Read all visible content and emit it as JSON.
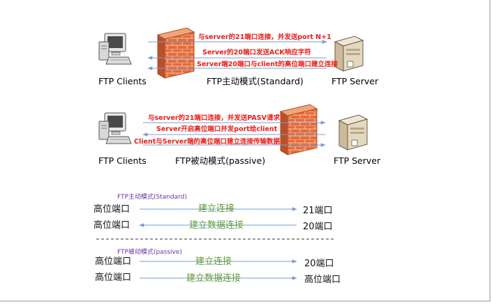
{
  "active": {
    "client_label": "FTP Clients",
    "server_label": "FTP Server",
    "mode_label": "FTP主动模式(Standard)",
    "messages": [
      "与server的21端口连接，并发送port N+1",
      "Server的20端口发送ACK响应字符",
      "Server端20端口与client的高位端口建立连接"
    ]
  },
  "passive": {
    "client_label": "FTP Clients",
    "server_label": "FTP Server",
    "mode_label": "FTP被动模式(passive)",
    "messages": [
      "与server的21端口连接，并发送PASV请求",
      "Server开启高位端口并发port给client",
      "Client与Server端的高位端口建立连接传输数据"
    ]
  },
  "summary": {
    "active": {
      "title": "FTP主动模式(Standard)",
      "rows": [
        {
          "left": "高位端口",
          "label": "建立连接",
          "right": "21端口"
        },
        {
          "left": "高位端口",
          "label": "建立数据连接",
          "right": "20端口"
        }
      ]
    },
    "passive": {
      "title": "FTP被动模式(passive)",
      "rows": [
        {
          "left": "高位端口",
          "label": "建立连接",
          "right": "20端口"
        },
        {
          "left": "高位端口",
          "label": "建立数据连接",
          "right": "高位端口"
        }
      ]
    }
  },
  "colors": {
    "message_red": "#e8201a",
    "arrow_blue": "#7a9cd0",
    "summary_green": "#5e9a3a",
    "summary_title_purple": "#7030a0",
    "firewall_orange": "#e0703a"
  }
}
